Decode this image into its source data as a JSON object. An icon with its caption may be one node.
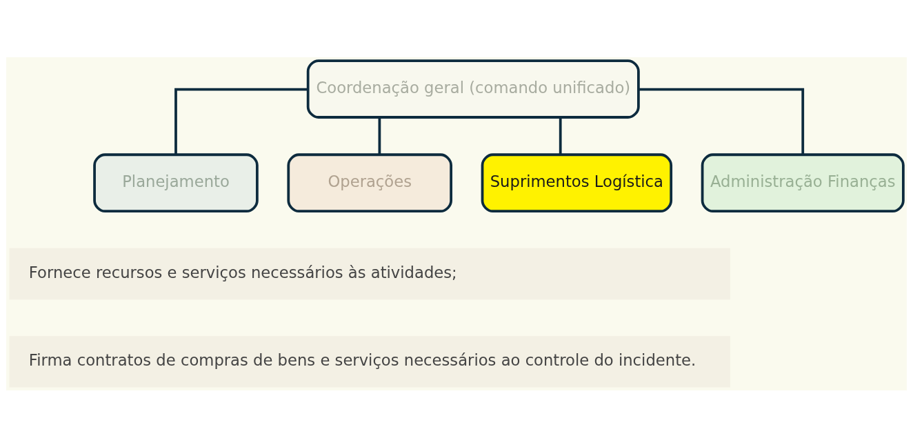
{
  "diagram": {
    "nodes": [
      {
        "text": [
          "Coordenação geral (comando unificado)"
        ]
      },
      {
        "text": [
          "Planejamento"
        ]
      },
      {
        "text": [
          "Operações"
        ]
      },
      {
        "text": [
          "Suprimentos Logística"
        ]
      },
      {
        "text": [
          "Administração Finanças"
        ]
      },
      {
        "text": [
          "Fornece recursos e serviços necessários às atividades;"
        ]
      },
      {
        "text": [
          "Firma contratos de compras de bens e serviços necessários ao controle do incidente."
        ]
      }
    ],
    "edges": [
      {
        "from": 0,
        "to": 1,
        "arrow": "none"
      },
      {
        "from": 0,
        "to": 2,
        "arrow": "none"
      },
      {
        "from": 0,
        "to": 3,
        "arrow": "none"
      },
      {
        "from": 0,
        "to": 4,
        "arrow": "none"
      }
    ]
  }
}
